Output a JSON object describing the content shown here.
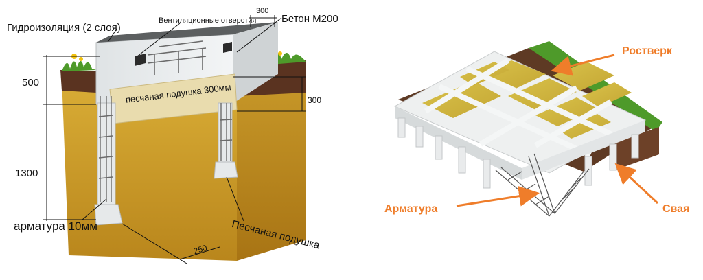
{
  "left_diagram": {
    "labels": {
      "waterproofing": "Гидроизоляция (2 слоя)",
      "vents": "Вентиляционные отверстия",
      "concrete": "Бетон М200",
      "sand_cushion_300": "песчаная подушка 300мм",
      "rebar": "арматура 10мм",
      "sand_cushion": "Песчаная подушка"
    },
    "dimensions": {
      "d500": "500",
      "d1300": "1300",
      "d300_top": "300",
      "d300_right": "300",
      "d250": "250"
    }
  },
  "right_diagram": {
    "labels": {
      "grillage": "Ростверк",
      "rebar": "Арматура",
      "pile": "Свая"
    }
  },
  "colors": {
    "callout": "#ef7d2a",
    "concrete": "#e6e9ea",
    "soil": "#d3a42c",
    "topsoil": "#5a3320",
    "grass": "#4e9a2a",
    "sand": "#e8d8a8"
  }
}
